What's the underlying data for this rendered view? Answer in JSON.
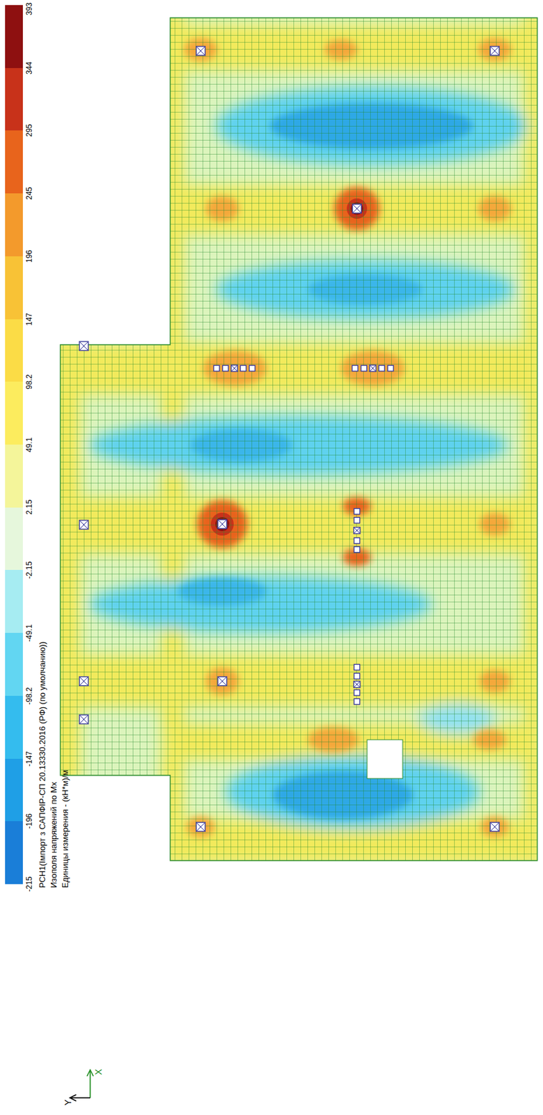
{
  "diagram": {
    "labels": [
      "РСН1(Імпорт з САПФІР-СП 20.13330.2016 (РФ) (по умолчанию))",
      "Изополя напряжений по Mx",
      "Единицы измерения - (кН*м)/м",
      "-215",
      "Y",
      "X"
    ],
    "legend": [
      {
        "text": "393",
        "color": "#8e1010"
      },
      {
        "text": "344",
        "color": "#c8321a"
      },
      {
        "text": "295",
        "color": "#e8641c"
      },
      {
        "text": "245",
        "color": "#f39a2c"
      },
      {
        "text": "196",
        "color": "#f8c236"
      },
      {
        "text": "147",
        "color": "#fbdc46"
      },
      {
        "text": "98.2",
        "color": "#fcec5e"
      },
      {
        "text": "49.1",
        "color": "#f4f59a"
      },
      {
        "text": "2.15",
        "color": "#e6f7dc"
      },
      {
        "text": "-2.15",
        "color": "#a6ecf2"
      },
      {
        "text": "-49.1",
        "color": "#62d6f2"
      },
      {
        "text": "-98.2",
        "color": "#34bcee"
      },
      {
        "text": "-147",
        "color": "#1f9fe6"
      },
      {
        "text": "-196",
        "color": "#1a7ed8"
      }
    ]
  }
}
